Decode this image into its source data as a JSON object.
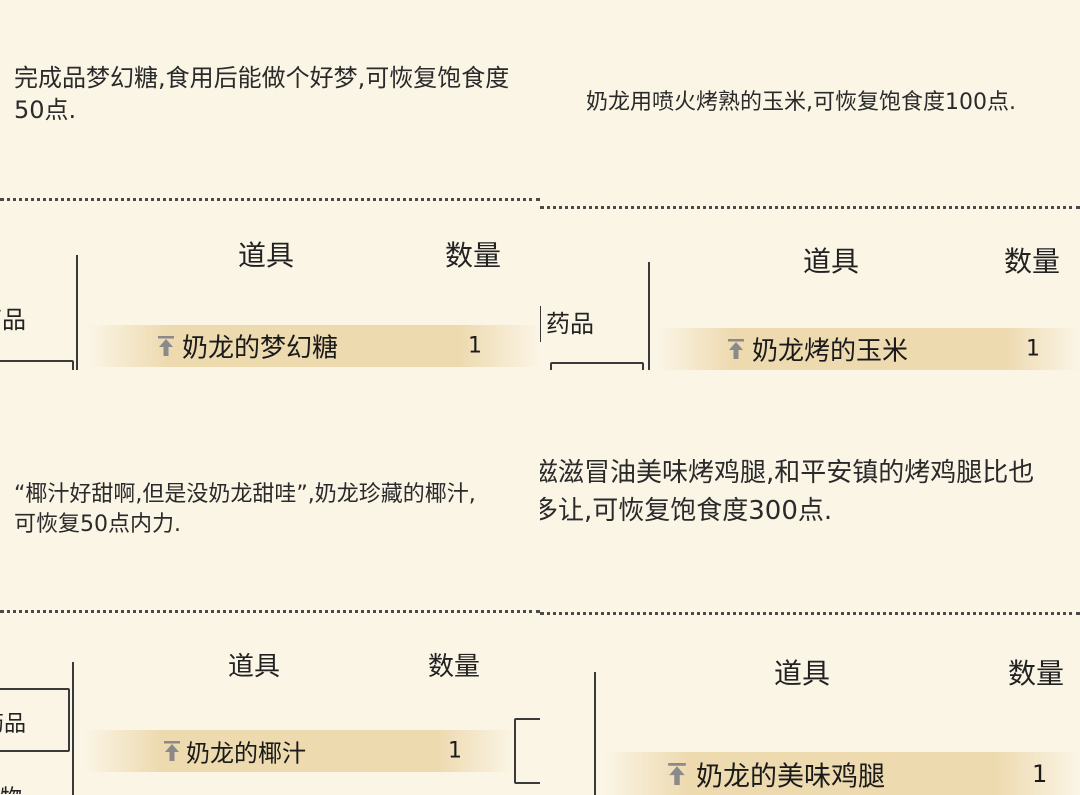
{
  "panels": [
    {
      "description": "完成品梦幻糖,食用后能做个好梦,可恢复饱食度\n50点.",
      "header_item": "道具",
      "header_qty": "数量",
      "category": "药品",
      "item": {
        "name": "奶龙的梦幻糖",
        "qty": "1"
      }
    },
    {
      "description": "奶龙用喷火烤熟的玉米,可恢复饱食度100点.",
      "header_item": "道具",
      "header_qty": "数量",
      "category": "药品",
      "item": {
        "name": "奶龙烤的玉米",
        "qty": "1"
      }
    },
    {
      "description": "“椰汁好甜啊,但是没奶龙甜哇”,奶龙珍藏的椰汁,\n可恢复50点内力.",
      "header_item": "道具",
      "header_qty": "数量",
      "category": "药品",
      "category2": "物",
      "item": {
        "name": "奶龙的椰汁",
        "qty": "1"
      }
    },
    {
      "description": "滋滋冒油美味烤鸡腿,和平安镇的烤鸡腿比也\n多让,可恢复饱食度300点.",
      "header_item": "道具",
      "header_qty": "数量",
      "item": {
        "name": "奶龙的美味鸡腿",
        "qty": "1"
      }
    }
  ],
  "colors": {
    "background": "#fbf5e6",
    "row_highlight": "#ecd8ac",
    "arrow": "#8a8a8a"
  },
  "icons": {
    "row_marker": "up-arrow-icon"
  }
}
